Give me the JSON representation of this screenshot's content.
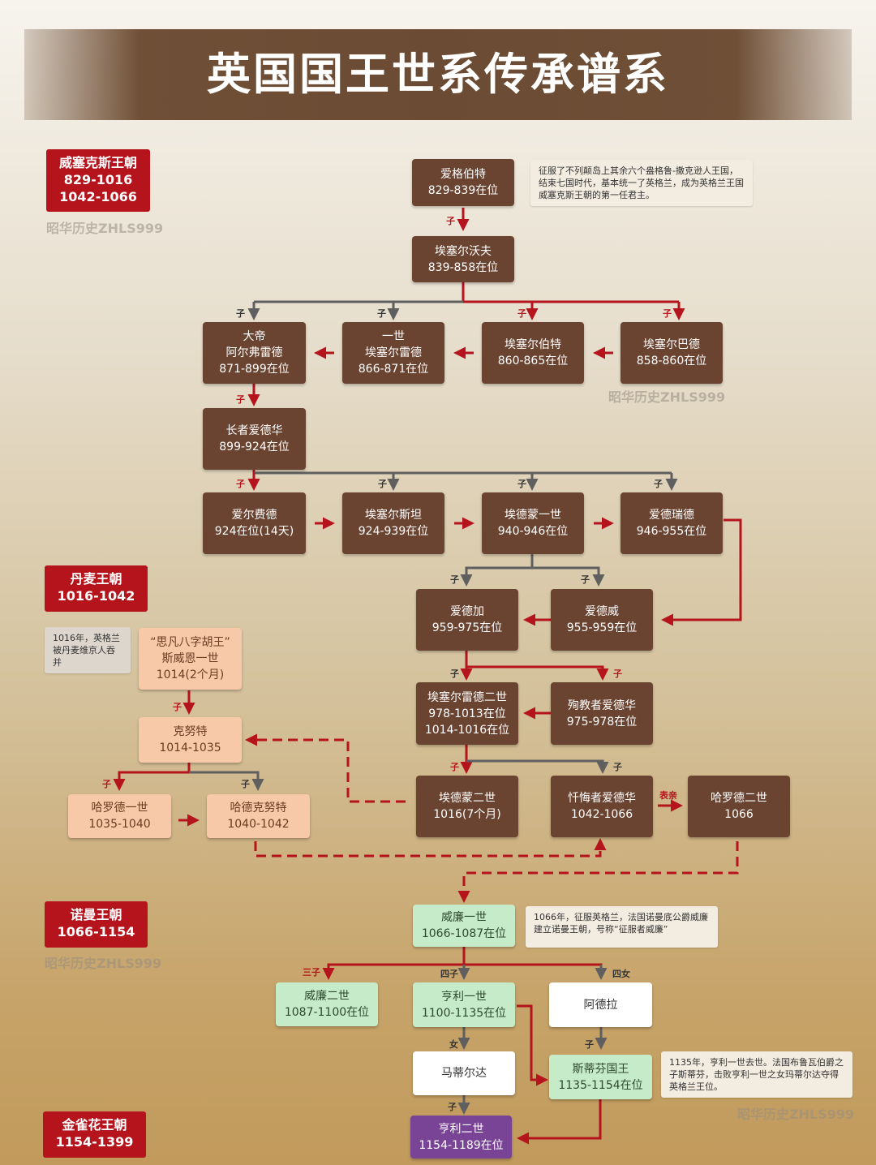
{
  "title": "英国国王世系传承谱系",
  "watermark": "昭华历史ZHLS999",
  "dynasties": {
    "wessex": [
      "威塞克斯王朝",
      "829-1016",
      "1042-1066"
    ],
    "denmark": [
      "丹麦王朝",
      "1016-1042"
    ],
    "normandy": [
      "诺曼王朝",
      "1066-1154"
    ],
    "plantagenet": [
      "金雀花王朝",
      "1154-1399"
    ]
  },
  "notes": {
    "egbert": "征服了不列颠岛上其余六个盎格鲁-撒克逊人王国，结束七国时代，基本统一了英格兰，成为英格兰王国威塞克斯王朝的第一任君主。",
    "danish_conquest": "1016年，英格兰被丹麦维京人吞并",
    "conquest_1066": "1066年，征服英格兰，法国诺曼底公爵威廉建立诺曼王朝，号称“征服者威廉”",
    "stephen_1135": "1135年，亨利一世去世。法国布鲁瓦伯爵之子斯蒂芬，击败亨利一世之女玛蒂尔达夺得英格兰王位。"
  },
  "kings": {
    "egbert": [
      "爱格伯特",
      "829-839在位"
    ],
    "aethelwulf": [
      "埃塞尔沃夫",
      "839-858在位"
    ],
    "alfred": [
      "大帝",
      "阿尔弗雷德",
      "871-899在位"
    ],
    "aethelred1": [
      "一世",
      "埃塞尔雷德",
      "866-871在位"
    ],
    "aethelberht": [
      "埃塞尔伯特",
      "860-865在位"
    ],
    "aethelbald": [
      "埃塞尔巴德",
      "858-860在位"
    ],
    "edward_elder": [
      "长者爱德华",
      "899-924在位"
    ],
    "aelfweard": [
      "爱尔费德",
      "924在位(14天)"
    ],
    "aethelstan": [
      "埃塞尔斯坦",
      "924-939在位"
    ],
    "edmund1": [
      "埃德蒙一世",
      "940-946在位"
    ],
    "eadred": [
      "爱德瑞德",
      "946-955在位"
    ],
    "edgar": [
      "爱德加",
      "959-975在位"
    ],
    "eadwig": [
      "爱德威",
      "955-959在位"
    ],
    "aethelred2": [
      "埃塞尔雷德二世",
      "978-1013在位",
      "1014-1016在位"
    ],
    "edward_martyr": [
      "殉教者爱德华",
      "975-978在位"
    ],
    "edmund2": [
      "埃德蒙二世",
      "1016(7个月)"
    ],
    "edward_confessor": [
      "忏悔者爱德华",
      "1042-1066"
    ],
    "harold2": [
      "哈罗德二世",
      "1066"
    ],
    "sweyn": [
      "“思凡八字胡王”",
      "斯威恩一世",
      "1014(2个月)"
    ],
    "cnut": [
      "克努特",
      "1014-1035"
    ],
    "harold1": [
      "哈罗德一世",
      "1035-1040"
    ],
    "harthacnut": [
      "哈德克努特",
      "1040-1042"
    ],
    "william1": [
      "威廉一世",
      "1066-1087在位"
    ],
    "william2": [
      "威廉二世",
      "1087-1100在位"
    ],
    "henry1": [
      "亨利一世",
      "1100-1135在位"
    ],
    "adela": [
      "阿德拉"
    ],
    "matilda": [
      "马蒂尔达"
    ],
    "stephen": [
      "斯蒂芬国王",
      "1135-1154在位"
    ],
    "henry2": [
      "亨利二世",
      "1154-1189在位"
    ]
  },
  "relation_labels": {
    "son": "子",
    "daughter": "女",
    "third_son": "三子",
    "fourth_son": "四子",
    "fourth_daughter": "四女",
    "cousin": "表亲"
  },
  "colors": {
    "brown_box": "#6b4431",
    "dynasty_red": "#b5141c",
    "line_gray": "#5f5f5f",
    "line_red": "#b5141c",
    "peach_box": "#f7c9a8",
    "green_box": "#c6ebc8",
    "purple_box": "#7a4496"
  }
}
